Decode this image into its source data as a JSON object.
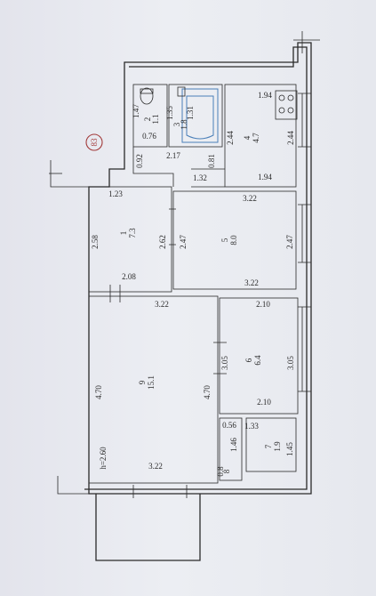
{
  "plan_number": "83",
  "height_label": "h=2.60",
  "rooms": [
    {
      "id": "1",
      "area": "7.3"
    },
    {
      "id": "2",
      "area": "1.1"
    },
    {
      "id": "3",
      "area": "1.8"
    },
    {
      "id": "4",
      "area": "4.7"
    },
    {
      "id": "5",
      "area": "8.0"
    },
    {
      "id": "6",
      "area": "6.4"
    },
    {
      "id": "7",
      "area": "1.9"
    },
    {
      "id": "8",
      "area": "0.8"
    },
    {
      "id": "9",
      "area": "15.1"
    }
  ],
  "dims": {
    "r2_left": "1.47",
    "r2_bottom": "0.76",
    "r3_left": "1.35",
    "r3_right": "1.31",
    "r3_bottom": "2.17",
    "r4_top": "1.94",
    "r4_left": "2.44",
    "r4_right": "2.44",
    "r4_bottom": "1.94",
    "hall_092": "0.92",
    "hall_081": "0.81",
    "hall_132": "1.32",
    "hall_123": "1.23",
    "r1_left": "2.58",
    "r1_right": "2.62",
    "r1_bottom": "2.08",
    "r5_top": "3.22",
    "r5_left": "2.47",
    "r5_right": "2.47",
    "r5_bottom": "3.22",
    "r9_top": "3.22",
    "r9_left": "4.70",
    "r9_right": "4.70",
    "r9_bottom": "3.22",
    "r6_top": "2.10",
    "r6_left": "3.05",
    "r6_right": "3.05",
    "r6_bottom": "2.10",
    "r8_top": "0.56",
    "r8_side": "1.46",
    "r7_top": "1.33",
    "r7_side": "1.45"
  }
}
